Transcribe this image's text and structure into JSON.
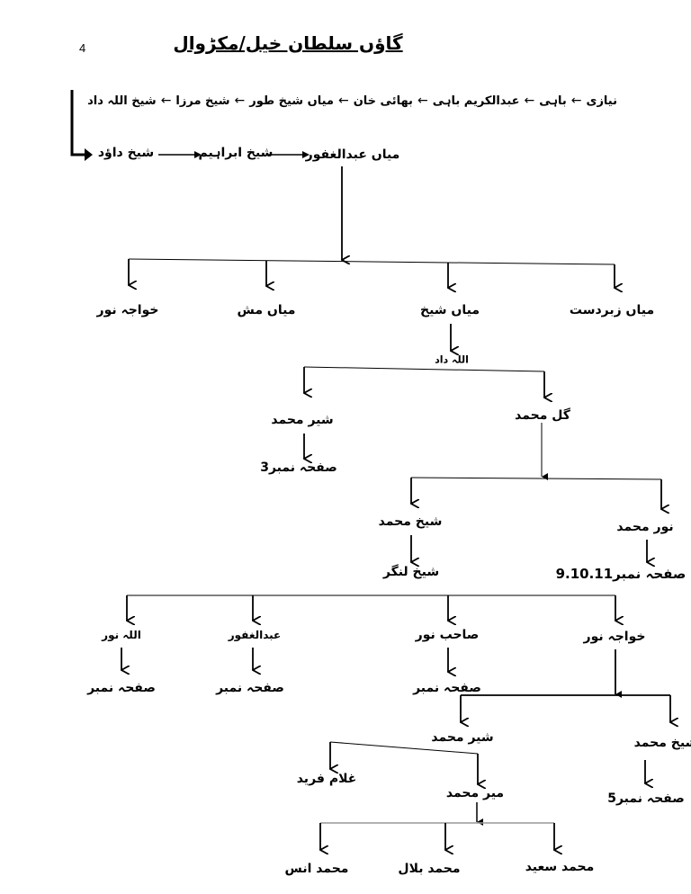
{
  "page_number": "4",
  "title": "گاؤں سلطان خیل/مکڑوال",
  "ancestry_chain": [
    "نیازی",
    "باہی",
    "عبدالکریم باہی",
    "بھائی خان",
    "میاں شیخ طور",
    "شیخ مرزا",
    "شیخ اللہ داد"
  ],
  "chain_arrow": "←",
  "second_line": [
    "شیخ داؤد",
    "شیخ ابراہیم",
    "میاں عبدالغفور"
  ],
  "level1": [
    "خواجہ نور",
    "میاں مش",
    "میاں شیخ",
    "میاں زبردست"
  ],
  "allah_dad": "اللہ داد",
  "sher_muhammad_1": "شیر محمد",
  "page_ref_3": "صفحہ نمبر3",
  "gul_muhammad": "گل محمد",
  "shaikh_muhammad_1": "شیخ محمد",
  "shaikh_langar": "شیخ لنگر",
  "noor_muhammad": "نور محمد",
  "page_ref_9_10_11": "صفحہ نمبر9.10.11",
  "level4": [
    "اللہ نور",
    "عبدالغفور",
    "صاحب نور",
    "خواجہ نور"
  ],
  "page_ref_blank": "صفحہ نمبر",
  "sher_muhammad_2": "شیر محمد",
  "shaikh_muhammad_2": "شیخ محمد",
  "page_ref_5": "صفحہ نمبر5",
  "ghulam_fareed": "غلام فرید",
  "meer_muhammad": "میر محمد",
  "grandchildren": [
    "محمد انس",
    "محمد بلال",
    "محمد سعید"
  ]
}
